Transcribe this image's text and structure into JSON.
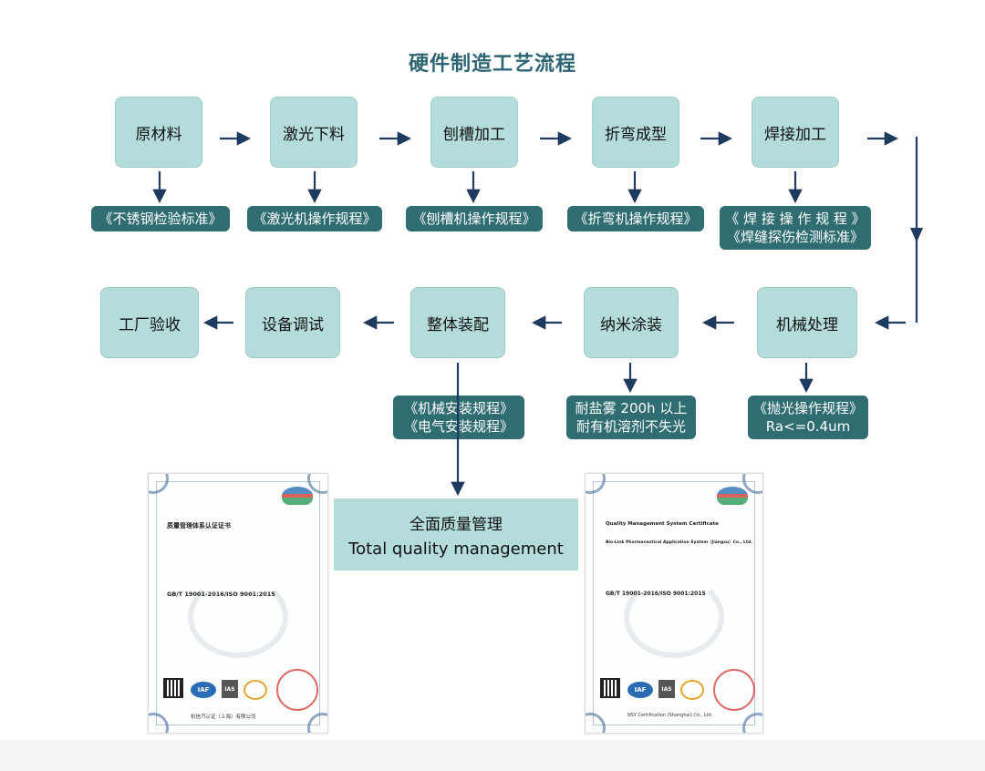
{
  "title": "硬件制造工艺流程",
  "row1": [
    "原材料",
    "激光下料",
    "刨槽加工",
    "折弯成型",
    "焊接加工"
  ],
  "row1_specs": [
    [
      "《不锈钢检验标准》"
    ],
    [
      "《激光机操作规程》"
    ],
    [
      "《刨槽机操作规程》"
    ],
    [
      "《折弯机操作规程》"
    ],
    [
      "《 焊 接 操 作 规 程 》",
      "《焊缝探伤检测标准》"
    ]
  ],
  "row2": [
    "工厂验收",
    "设备调试",
    "整体装配",
    "纳米涂装",
    "机械处理"
  ],
  "row2_specs": {
    "assembly": [
      "《机械安装规程》",
      "《电气安装规程》"
    ],
    "coating": [
      "耐盐雾 200h 以上",
      "耐有机溶剂不失光"
    ],
    "machining": [
      "《抛光操作规程》",
      "Ra<=0.4um"
    ]
  },
  "tqm": {
    "zh": "全面质量管理",
    "en": "Total quality management"
  },
  "cert_left": {
    "title": "质量管理体系认证证书",
    "standard": "GB/T 19001-2016/ISO 9001:2015",
    "issuer": "杭信汽认证（上海）有限公司"
  },
  "cert_right": {
    "title": "Quality Management System Certificate",
    "company": "Bio-Link Pharmaceutical Application System（Jiangsu）Co., Ltd.",
    "standard": "GB/T 19001-2016/ISO 9001:2015",
    "issuer": "NSY Certification (Shanghai) Co., Ltd."
  },
  "colors": {
    "box": "#b4dcdb",
    "pill": "#2f6d73",
    "arrow": "#1f3a5f",
    "title": "#2c6472"
  }
}
